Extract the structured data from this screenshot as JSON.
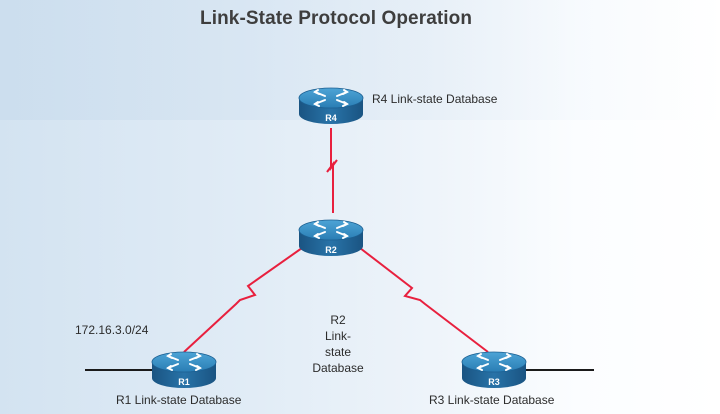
{
  "title": "Link-State Protocol Operation",
  "routers": {
    "r1": {
      "label": "R1",
      "db_label": "R1 Link-state Database"
    },
    "r2": {
      "label": "R2",
      "db_lines": [
        "R2",
        "Link-",
        "state",
        "Database"
      ]
    },
    "r3": {
      "label": "R3",
      "db_label": "R3 Link-state Database"
    },
    "r4": {
      "label": "R4",
      "db_label": "R4 Link-state Database"
    }
  },
  "network_label": "172.16.3.0/24",
  "colors": {
    "serial_link": "#e8203e",
    "ethernet_link": "#1a1a1a",
    "router_top": "#2f8ac0",
    "router_side": "#1c5f91"
  },
  "icons": {
    "router": "router-icon"
  }
}
